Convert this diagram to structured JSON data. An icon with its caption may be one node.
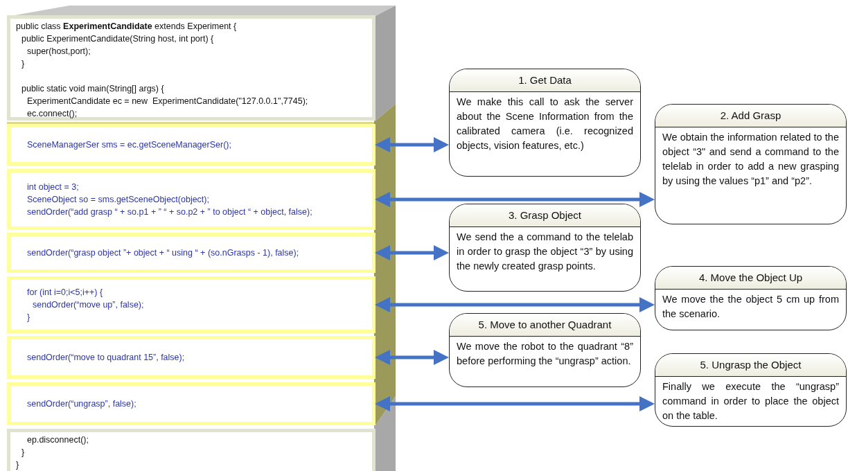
{
  "diagram": {
    "nodes": [
      {
        "text": [
          "public class **ExperimentCandidate** extends Experiment {",
          "public ExperimentCandidate(String host, int port) {",
          "super(host,port);",
          "}",
          "public static void main(String[] args) {",
          "ExperimentCandidate ec = new  ExperimentCandidate(\"127.0.0.1\",7745);",
          "ec.connect();"
        ]
      },
      {
        "text": [
          "SceneManagerSer sms = ec.getSceneManagerSer();"
        ]
      },
      {
        "text": [
          "int object = 3;",
          "SceneObject so = sms.getSceneObject(object);",
          "sendOrder(“add grasp “ + so.p1 + ” “ + so.p2 + ” to object “ + object, false);"
        ]
      },
      {
        "text": [
          "sendOrder(“grasp object ”+ object + “ using “ + (so.nGrasps - 1), false);"
        ]
      },
      {
        "text": [
          "for (int i=0;i<5;i++) {",
          "sendOrder(“move up”, false);",
          "}"
        ]
      },
      {
        "text": [
          "sendOrder(“move to quadrant 15”, false);"
        ]
      },
      {
        "text": [
          "sendOrder(“ungrasp”, false);"
        ]
      },
      {
        "text": [
          "ep.disconnect();",
          "}",
          "}"
        ]
      },
      {
        "text": [
          "1. Get Data",
          "We make this call to ask the server about the Scene Information from the calibrated camera (i.e. recognized objects, vision features, etc.)"
        ]
      },
      {
        "text": [
          "2. Add Grasp",
          "We obtain the information related to the object “3\" and send a command to the telelab in order to add a new grasping by using the values “p1” and “p2”."
        ]
      },
      {
        "text": [
          "3. Grasp Object",
          "We send the a command to the telelab in order to grasp the object “3” by using the newly created grasp points."
        ]
      },
      {
        "text": [
          "4. Move the Object Up",
          "We move the the object 5 cm up from the scenario."
        ]
      },
      {
        "text": [
          "5. Move to another Quadrant",
          "We move the robot to the quadrant “8” before performing the “ungrasp” action."
        ]
      },
      {
        "text": [
          "5. Ungrasp the Object",
          "Finally we execute the “ungrasp” command in order to place the object on the table."
        ]
      }
    ],
    "edges": [
      {
        "from": 1,
        "to": 8,
        "arrow": "both"
      },
      {
        "from": 2,
        "to": 9,
        "arrow": "both"
      },
      {
        "from": 3,
        "to": 10,
        "arrow": "both"
      },
      {
        "from": 4,
        "to": 11,
        "arrow": "both"
      },
      {
        "from": 5,
        "to": 12,
        "arrow": "both"
      },
      {
        "from": 6,
        "to": 13,
        "arrow": "both"
      }
    ]
  }
}
